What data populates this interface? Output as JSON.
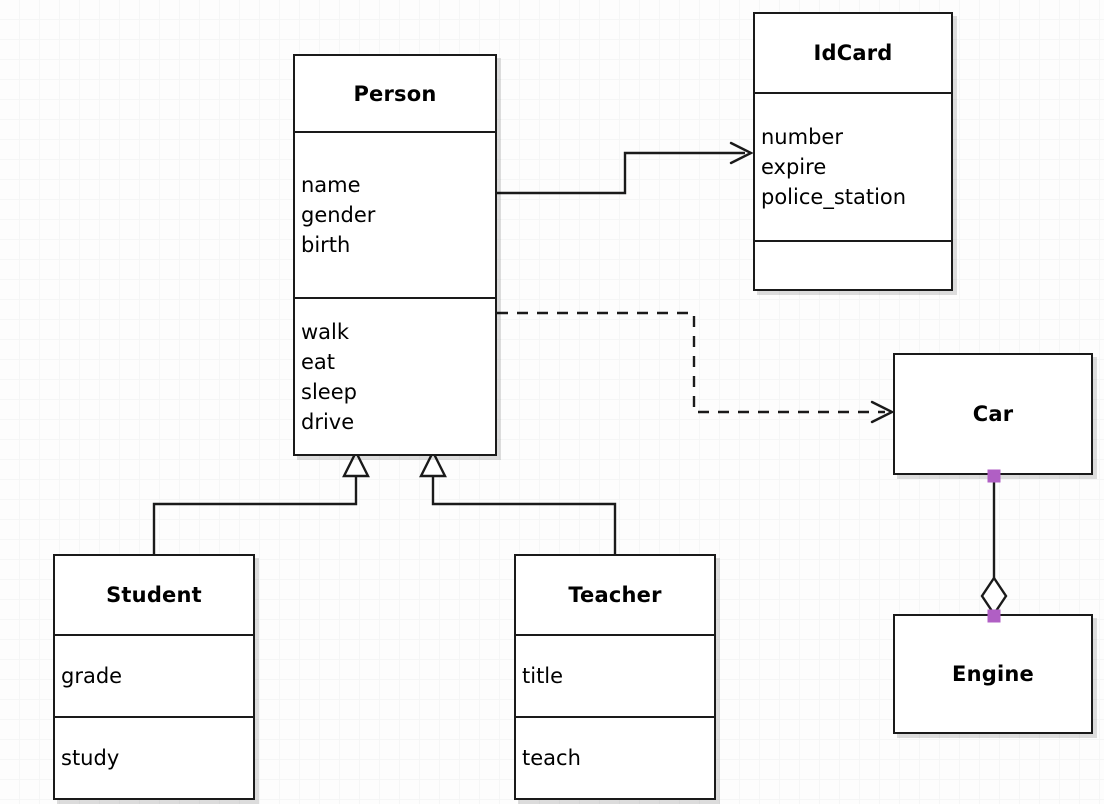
{
  "diagram": {
    "kind": "uml-class-diagram",
    "background": "#fdfdfd",
    "grid_color": "#eceded",
    "line_color": "#1a1a1a",
    "handle_color": "#b05fc4"
  },
  "classes": {
    "person": {
      "name": "Person",
      "attributes": [
        "name",
        "gender",
        "birth"
      ],
      "operations": [
        "walk",
        "eat",
        "sleep",
        "drive"
      ]
    },
    "idcard": {
      "name": "IdCard",
      "attributes": [
        "number",
        "expire",
        "police_station"
      ],
      "operations": []
    },
    "student": {
      "name": "Student",
      "attributes": [
        "grade"
      ],
      "operations": [
        "study"
      ]
    },
    "teacher": {
      "name": "Teacher",
      "attributes": [
        "title"
      ],
      "operations": [
        "teach"
      ]
    },
    "car": {
      "name": "Car",
      "attributes": [],
      "operations": []
    },
    "engine": {
      "name": "Engine",
      "attributes": [],
      "operations": []
    }
  },
  "relationships": [
    {
      "id": "person-idcard",
      "type": "association",
      "from": "Person",
      "to": "IdCard",
      "style": "solid",
      "arrow": "open"
    },
    {
      "id": "person-car",
      "type": "dependency",
      "from": "Person",
      "to": "Car",
      "style": "dashed",
      "arrow": "open"
    },
    {
      "id": "student-person",
      "type": "generalization",
      "from": "Student",
      "to": "Person",
      "style": "solid",
      "arrow": "hollow-triangle"
    },
    {
      "id": "teacher-person",
      "type": "generalization",
      "from": "Teacher",
      "to": "Person",
      "style": "solid",
      "arrow": "hollow-triangle"
    },
    {
      "id": "car-engine",
      "type": "aggregation",
      "from": "Car",
      "to": "Engine",
      "style": "solid",
      "arrow": "hollow-diamond"
    }
  ]
}
